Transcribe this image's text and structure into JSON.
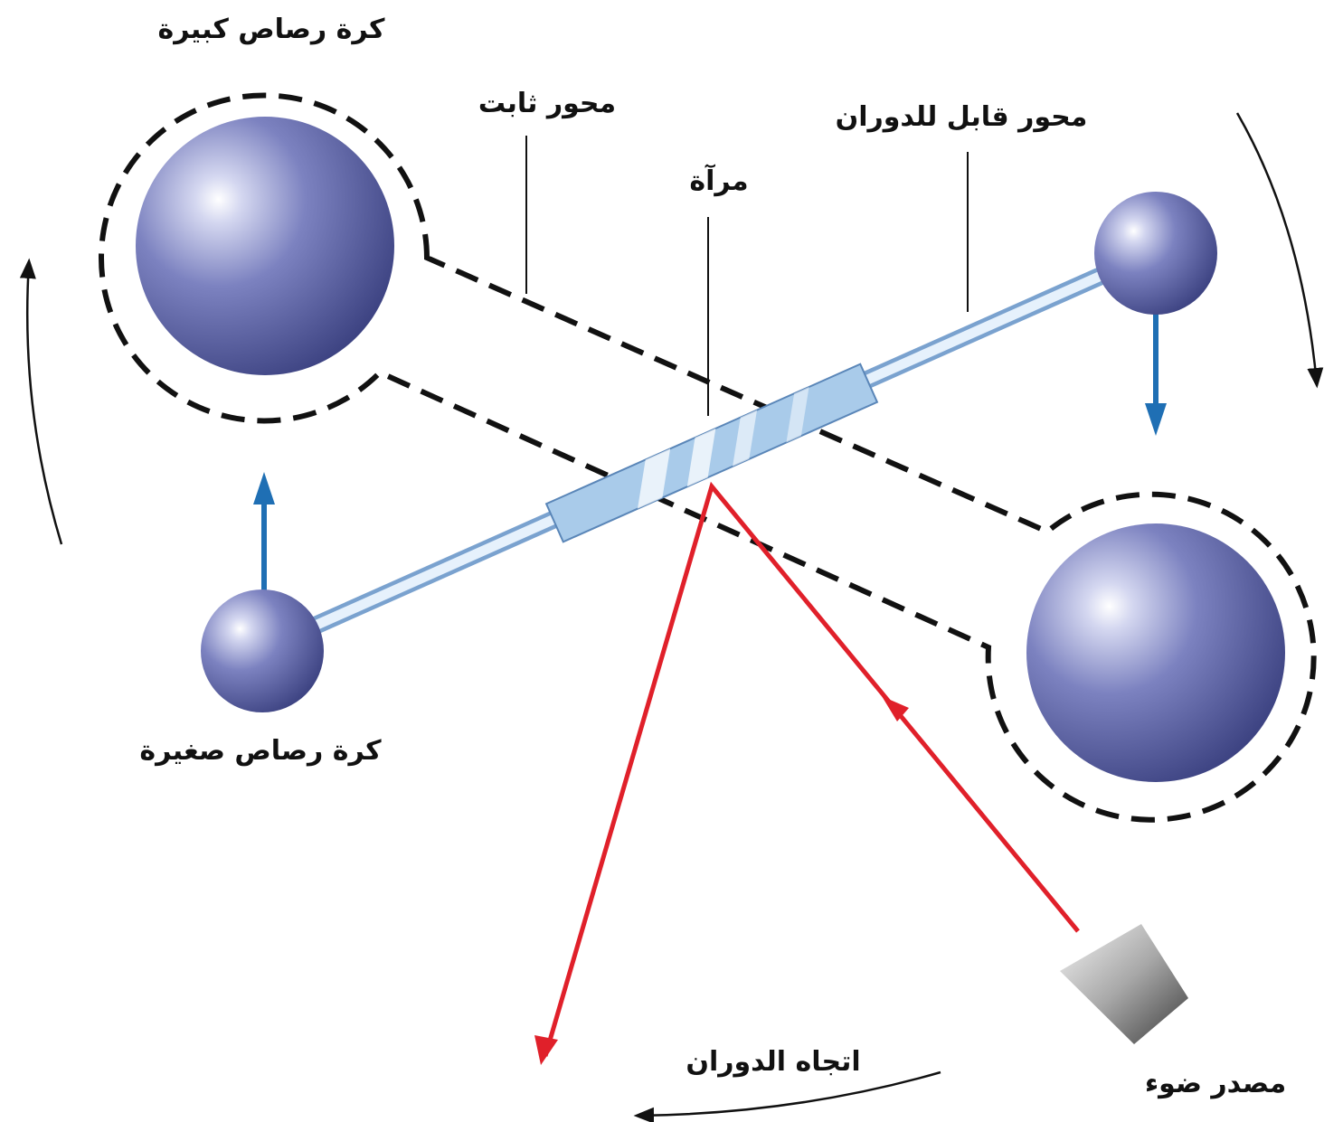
{
  "labels": {
    "large_sphere": "كرة رصاص كبيرة",
    "fixed_axis": "محور ثابت",
    "rotatable_axis": "محور قابل للدوران",
    "mirror": "مرآة",
    "small_sphere": "كرة رصاص صغيرة",
    "rotation_direction": "اتجاه الدوران",
    "light_source": "مصدر ضوء"
  },
  "colors": {
    "sphere": "#6f75b5",
    "sphere_dark": "#3d4382",
    "rod": "#c6def2",
    "mirror": "#a9cbea",
    "light_beam": "#e0202a",
    "force_arrow": "#1f6fb4",
    "dashed_outline": "#111111",
    "text": "#111111"
  },
  "icons": {
    "light_source": "light-source-lamp-icon"
  }
}
